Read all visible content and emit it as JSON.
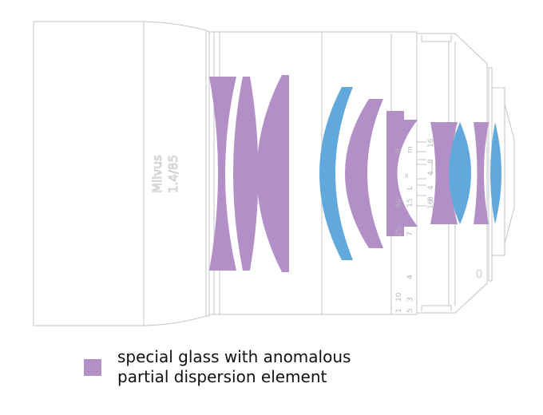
{
  "lens_label": {
    "line1": "Milvus",
    "line2": "1.4/85"
  },
  "scale": {
    "feet_marks": [
      "∞",
      "15",
      "7",
      "4",
      "3",
      "5"
    ],
    "meter_marks": [
      "ft",
      "50",
      "25",
      "10",
      "1"
    ],
    "unit": "m",
    "dof_marks": [
      "16",
      "8",
      "4",
      "4",
      "8",
      "16"
    ],
    "L": "L"
  },
  "colors": {
    "special_glass": "#b38fc8",
    "other_highlight": "#61a9dc",
    "outline": "#c4c4c4"
  },
  "legend": {
    "line1": "special glass with anomalous",
    "line2": "partial dispersion element"
  }
}
